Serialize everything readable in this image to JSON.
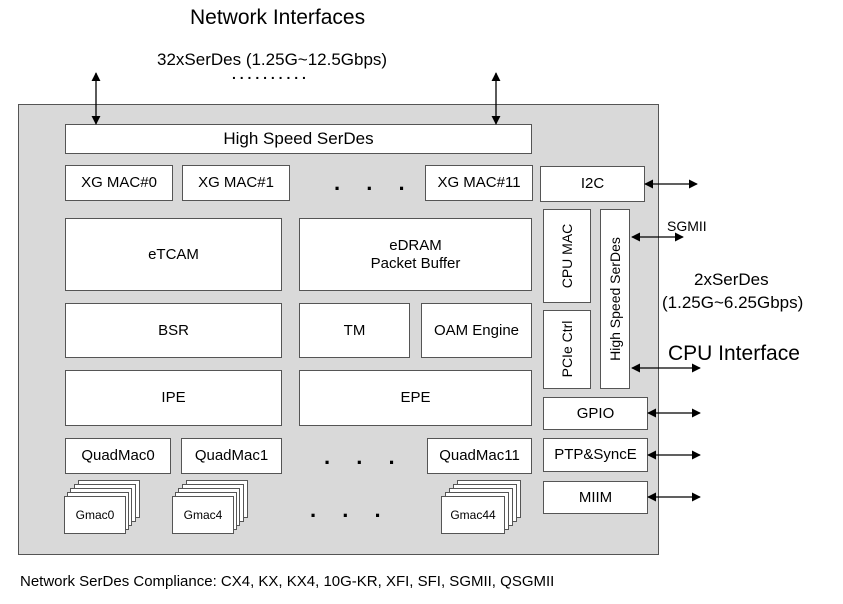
{
  "title": "Network Interfaces",
  "serdes_top": "32xSerDes (1.25G~12.5Gbps)",
  "dots_row": ". . . . . . . . . .",
  "ellipsis": ". . .",
  "blocks": {
    "high_speed_serdes": "High Speed SerDes",
    "xgmac0": "XG MAC#0",
    "xgmac1": "XG MAC#1",
    "xgmac11": "XG MAC#11",
    "i2c": "I2C",
    "etcam": "eTCAM",
    "edram_line1": "eDRAM",
    "edram_line2": "Packet Buffer",
    "bsr": "BSR",
    "tm": "TM",
    "oam": "OAM Engine",
    "ipe": "IPE",
    "epe": "EPE",
    "cpu_mac": "CPU MAC",
    "pcie": "PCIe Ctrl",
    "hs_serdes_vert": "High Speed SerDes",
    "gpio": "GPIO",
    "ptp": "PTP&SyncE",
    "miim": "MIIM",
    "quadmac0": "QuadMac0",
    "quadmac1": "QuadMac1",
    "quadmac11": "QuadMac11",
    "gmac0": "Gmac0",
    "gmac4": "Gmac4",
    "gmac44": "Gmac44"
  },
  "labels": {
    "sgmii": "SGMII",
    "serdes_right_1": "2xSerDes",
    "serdes_right_2": "(1.25G~6.25Gbps)",
    "cpu_interface": "CPU Interface"
  },
  "footer": "Network SerDes Compliance: CX4, KX, KX4, 10G-KR, XFI, SFI, SGMII, QSGMII"
}
